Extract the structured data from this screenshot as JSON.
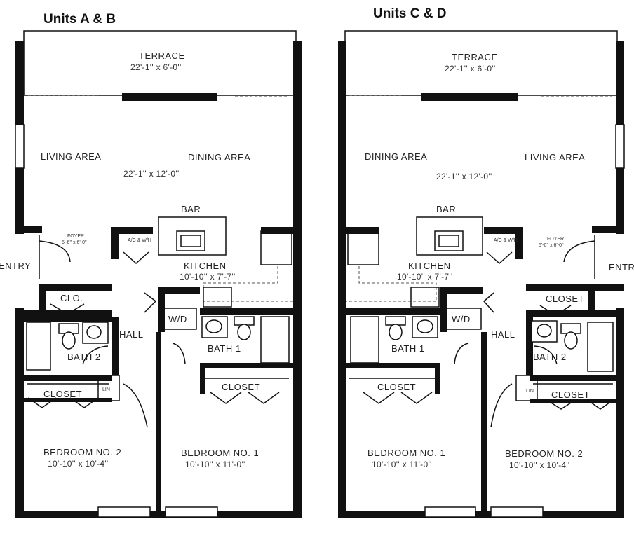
{
  "units": [
    {
      "title": "Units A & B",
      "terrace": {
        "label": "TERRACE",
        "dim": "22'-1'' x 6'-0''"
      },
      "living": {
        "label": "LIVING AREA"
      },
      "dining": {
        "label": "DINING AREA"
      },
      "main_dim": "22'-1'' x 12'-0''",
      "bar": "BAR",
      "foyer": {
        "label": "FOYER",
        "dim": "5'-6'' x 6'-0''"
      },
      "ac": "A/C & W/H",
      "kitchen": {
        "label": "KITCHEN",
        "dim": "10'-10'' x 7'-7''"
      },
      "clo": "CLO.",
      "wd": "W/D",
      "hall": "HALL",
      "bath1": "BATH 1",
      "bath2": "BATH 2",
      "closet1": "CLOSET",
      "closet2": "CLOSET",
      "lin": "LIN",
      "bedroom2": {
        "label": "BEDROOM NO. 2",
        "dim": "10'-10'' x 10'-4''"
      },
      "bedroom1": {
        "label": "BEDROOM NO. 1",
        "dim": "10'-10'' x 11'-0''"
      },
      "entry": "ENTRY"
    },
    {
      "title": "Units C & D",
      "terrace": {
        "label": "TERRACE",
        "dim": "22'-1'' x 6'-0''"
      },
      "living": {
        "label": "LIVING AREA"
      },
      "dining": {
        "label": "DINING AREA"
      },
      "main_dim": "22'-1'' x 12'-0''",
      "bar": "BAR",
      "foyer": {
        "label": "FOYER",
        "dim": "5'-0'' x 6'-0''"
      },
      "ac": "A/C & W/H",
      "kitchen": {
        "label": "KITCHEN",
        "dim": "10'-10'' x 7'-7''"
      },
      "clo": "CLOSET",
      "wd": "W/D",
      "hall": "HALL",
      "bath1": "BATH 1",
      "bath2": "BATH 2",
      "closet1": "CLOSET",
      "closet2": "CLOSET",
      "lin": "LIN",
      "bedroom1": {
        "label": "BEDROOM NO. 1",
        "dim": "10'-10'' x 11'-0''"
      },
      "bedroom2": {
        "label": "BEDROOM NO. 2",
        "dim": "10'-10'' x 10'-4''"
      },
      "entry": "ENTRY"
    }
  ]
}
